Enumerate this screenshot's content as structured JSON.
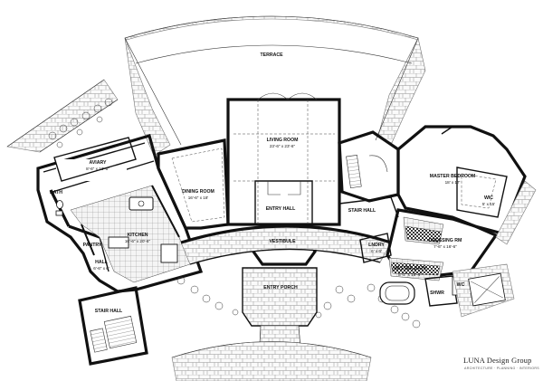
{
  "rooms": {
    "terrace": {
      "name": "TERRACE"
    },
    "living": {
      "name": "LIVING ROOM",
      "dim": "23'-6\" x 23'-6\""
    },
    "dining": {
      "name": "DINING ROOM",
      "dim": "16'-6\" x 18'"
    },
    "aviary": {
      "name": "AVIARY",
      "dim": "8'-6\" x 13'-6\""
    },
    "bath": {
      "name": "BATH"
    },
    "kitchen": {
      "name": "KITCHEN",
      "dim": "16'-6\" x 20'-6\""
    },
    "pantry": {
      "name": "PANTRY"
    },
    "hall": {
      "name": "HALL",
      "dim": "6'-6\" x 6'"
    },
    "stairhall_left": {
      "name": "STAIR HALL"
    },
    "entry_hall": {
      "name": "ENTRY HALL"
    },
    "vestibule": {
      "name": "VESTIBULE"
    },
    "entry_porch": {
      "name": "ENTRY PORCH"
    },
    "stairhall_right": {
      "name": "STAIR HALL"
    },
    "laundry": {
      "name": "LNDRY",
      "dim": "6' x 6'"
    },
    "master_bed": {
      "name": "MASTER BEDROOM",
      "dim": "18' x 17'"
    },
    "wic": {
      "name": "WIC",
      "dim": "5' x 15'"
    },
    "dressing": {
      "name": "DRESSING RM",
      "dim": "7'-6\" x 16'-6\""
    },
    "master_bath": {
      "name": "MASTER BATH",
      "dim": "8'-4\" x 16'-4\""
    },
    "shwr": {
      "name": "SHWR"
    },
    "wc": {
      "name": "WC"
    }
  },
  "logo": {
    "name": "LUNA Design Group",
    "tagline": "ARCHITECTURE · PLANNING · INTERIORS"
  },
  "colors": {
    "wall": "#111111",
    "logo_blue": "#1b6fb5",
    "logo_gray": "#8a9aa8"
  }
}
